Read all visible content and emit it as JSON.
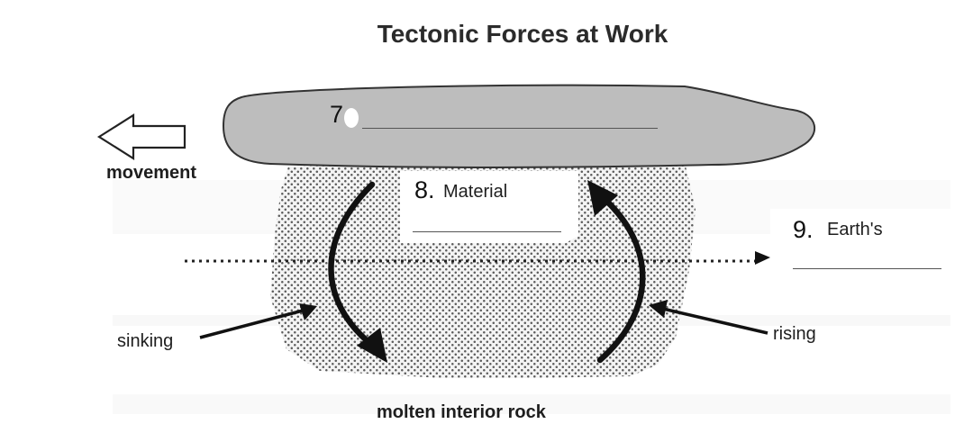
{
  "title": "Tectonic Forces at Work",
  "labels": {
    "movement": "movement",
    "sinking": "sinking",
    "rising": "rising",
    "molten": "molten interior rock"
  },
  "questions": [
    {
      "number": "7",
      "text": ""
    },
    {
      "number": "8.",
      "text": "Material"
    },
    {
      "number": "9.",
      "text": "Earth's"
    }
  ],
  "colors": {
    "plate": "#bdbdbd",
    "stipple": "#5a5a5a",
    "ink": "#1e1e1e"
  }
}
